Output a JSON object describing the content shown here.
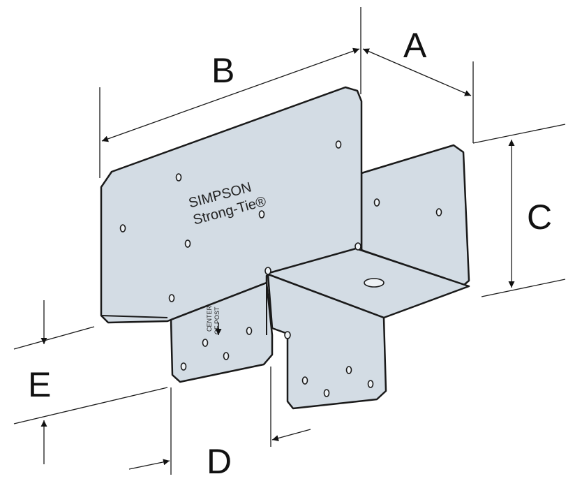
{
  "diagram": {
    "logo": {
      "line1": "SIMPSON",
      "line2": "Strong-Tie®"
    },
    "center_mark": {
      "line1": "CENTER",
      "line2": "OF POST"
    },
    "dimensions": {
      "A": "A",
      "B": "B",
      "C": "C",
      "D": "D",
      "E": "E"
    },
    "colors": {
      "plate": "#d3dce4",
      "line": "#1a1a1a"
    }
  }
}
